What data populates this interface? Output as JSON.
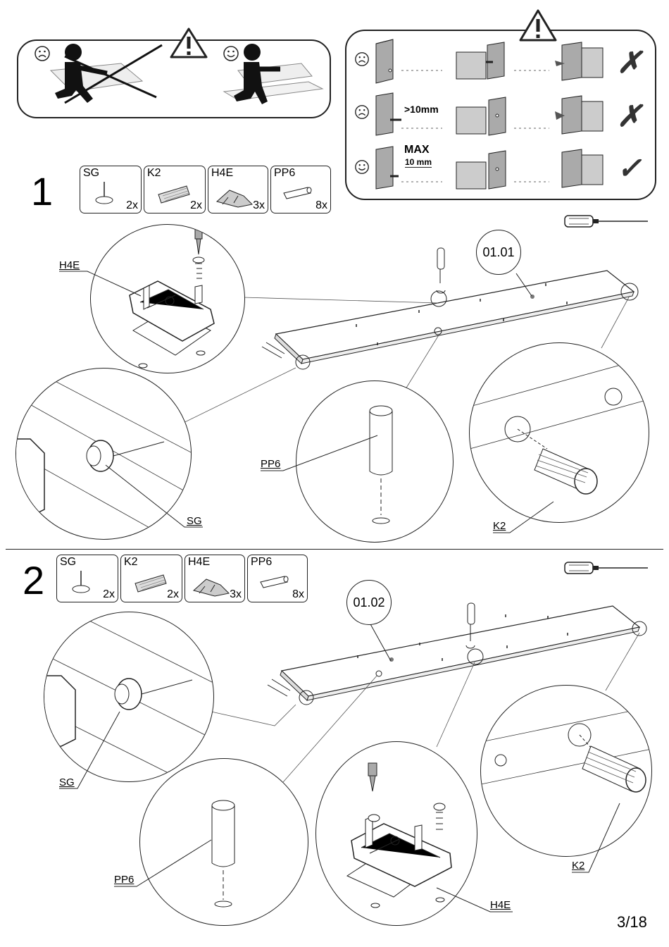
{
  "warning_left": {},
  "warning_right": {
    "rows": [
      {
        "mood": "sad",
        "note": "",
        "note2": "",
        "result": "cross"
      },
      {
        "mood": "sad",
        "note": ">10mm",
        "note2": "",
        "result": "cross"
      },
      {
        "mood": "happy",
        "note": "MAX",
        "note2": "10 mm",
        "result": "check"
      }
    ]
  },
  "steps": [
    {
      "number": "1",
      "panel_code": "01.01",
      "parts": [
        {
          "code": "SG",
          "qty": "2x"
        },
        {
          "code": "K2",
          "qty": "2x"
        },
        {
          "code": "H4E",
          "qty": "3x"
        },
        {
          "code": "PP6",
          "qty": "8x"
        }
      ],
      "callouts": {
        "h4e": "H4E",
        "sg": "SG",
        "pp6": "PP6",
        "k2": "K2"
      }
    },
    {
      "number": "2",
      "panel_code": "01.02",
      "parts": [
        {
          "code": "SG",
          "qty": "2x"
        },
        {
          "code": "K2",
          "qty": "2x"
        },
        {
          "code": "H4E",
          "qty": "3x"
        },
        {
          "code": "PP6",
          "qty": "8x"
        }
      ],
      "callouts": {
        "sg": "SG",
        "pp6": "PP6",
        "h4e": "H4E",
        "k2": "K2"
      }
    }
  ],
  "tool": {
    "icon": "screwdriver-icon"
  },
  "icons": {
    "warning": "warning-triangle-icon",
    "sad": "sad-face-icon",
    "happy": "happy-face-icon"
  },
  "page_number": "3/18"
}
